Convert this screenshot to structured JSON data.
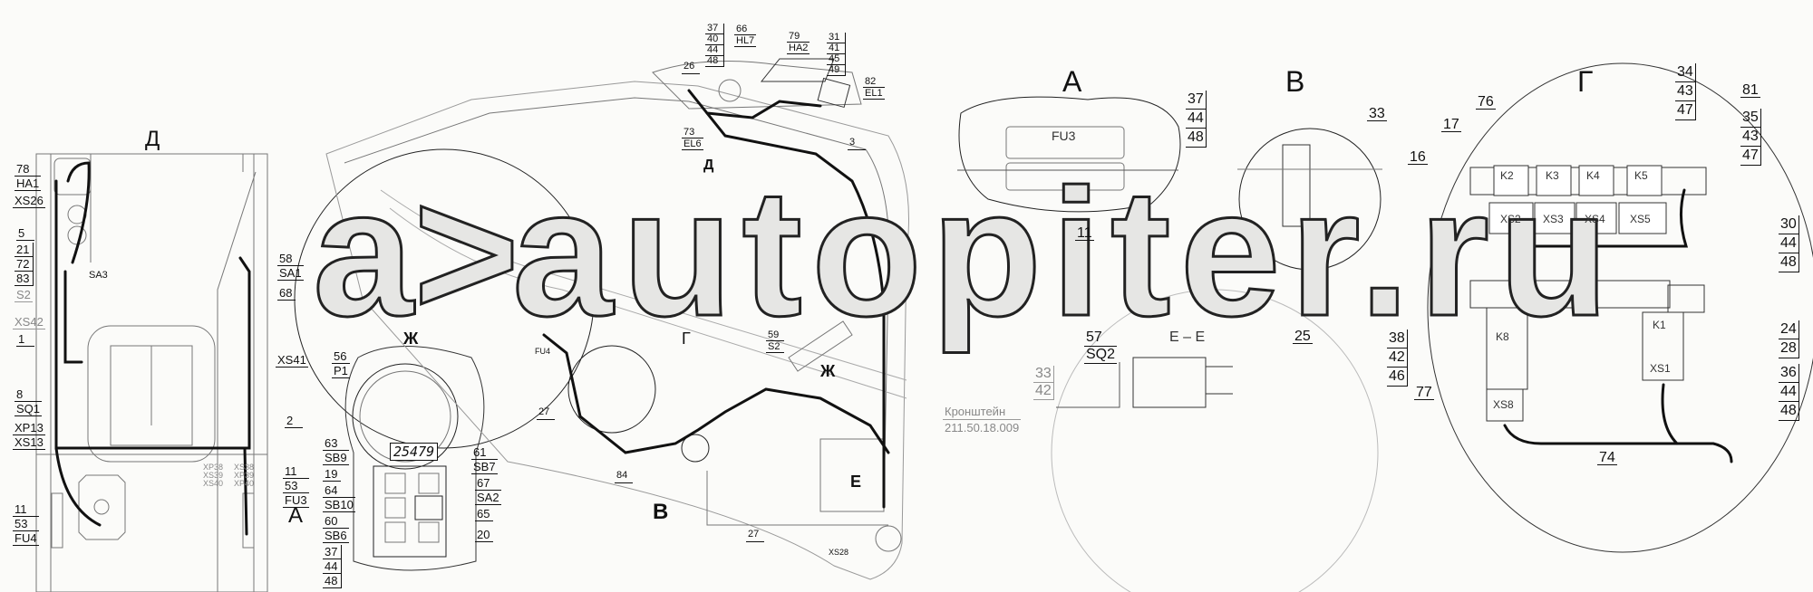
{
  "watermark": {
    "mark": "a>",
    "text": "autopiter.ru"
  },
  "view_titles": {
    "D": "Д",
    "A": "А",
    "B": "В",
    "G": "Г"
  },
  "markers": {
    "D_arrow": "Д",
    "Zh1": "Ж",
    "Zh2": "Ж",
    "G": "Г",
    "B": "В",
    "E": "Е",
    "A_arrow": "А",
    "EE": "Е – Е"
  },
  "odometer": "25479",
  "callouts": {
    "d78": [
      "78",
      "HA1"
    ],
    "dXS26": [
      "XS26"
    ],
    "d5": [
      "5"
    ],
    "d21": [
      "21",
      "72",
      "83"
    ],
    "dS2": [
      "S2"
    ],
    "dXS42": [
      "XS42"
    ],
    "d1": [
      "1"
    ],
    "d8": [
      "8",
      "SQ1"
    ],
    "dXP13": [
      "XP13",
      "XS13"
    ],
    "d11l": [
      "11",
      "53",
      "FU4"
    ],
    "d58": [
      "58",
      "SA1"
    ],
    "d68": [
      "68"
    ],
    "dXS41": [
      "XS41"
    ],
    "d2": [
      "2"
    ],
    "d11r": [
      "11",
      "53",
      "FU3"
    ],
    "dXP38": [
      "XP38",
      "XS39",
      "XS40"
    ],
    "dXS38": [
      "XS38",
      "XP39",
      "XP40"
    ],
    "dSA3": [
      "SA3"
    ],
    "g56": [
      "56",
      "P1"
    ],
    "g63": [
      "63",
      "SB9"
    ],
    "g19": [
      "19"
    ],
    "g64": [
      "64",
      "SB10"
    ],
    "g60": [
      "60",
      "SB6"
    ],
    "g37": [
      "37",
      "44",
      "48"
    ],
    "g61": [
      "61",
      "SB7"
    ],
    "g67": [
      "67",
      "SA2"
    ],
    "g65": [
      "65"
    ],
    "g20": [
      "20"
    ],
    "m37": [
      "37",
      "40",
      "44",
      "48"
    ],
    "m66": [
      "66",
      "HL7"
    ],
    "m79": [
      "79",
      "HA2"
    ],
    "m31": [
      "31",
      "41",
      "45",
      "49"
    ],
    "m82": [
      "82",
      "EL1"
    ],
    "m26": [
      "26"
    ],
    "m73": [
      "73",
      "EL6"
    ],
    "m3": [
      "3"
    ],
    "m59": [
      "59",
      "S2"
    ],
    "mFU4": [
      "FU4"
    ],
    "m27a": [
      "27"
    ],
    "m84": [
      "84"
    ],
    "m27b": [
      "27"
    ],
    "mXS28": [
      "XS28"
    ],
    "a37": [
      "37",
      "44",
      "48"
    ],
    "a11": [
      "11"
    ],
    "aFU3": [
      "FU3"
    ],
    "b33": [
      "33"
    ],
    "b38": [
      "38",
      "42",
      "46"
    ],
    "e57": [
      "57",
      "SQ2"
    ],
    "e25": [
      "25"
    ],
    "e33": [
      "33",
      "42"
    ],
    "eBracket": [
      "Кронштейн",
      "211.50.18.009"
    ],
    "r76": [
      "76"
    ],
    "r17": [
      "17"
    ],
    "r16": [
      "16"
    ],
    "r34": [
      "34",
      "43",
      "47"
    ],
    "r81": [
      "81"
    ],
    "r35": [
      "35",
      "43",
      "47"
    ],
    "r30": [
      "30",
      "44",
      "48"
    ],
    "r24": [
      "24",
      "28"
    ],
    "r36": [
      "36",
      "44",
      "48"
    ],
    "r77": [
      "77"
    ],
    "r74": [
      "74"
    ]
  },
  "relay_block": {
    "relays": [
      "K2",
      "K3",
      "K4",
      "K5"
    ],
    "sockets": [
      "XS2",
      "XS3",
      "XS4",
      "XS5"
    ],
    "k8": "K8",
    "xs8": "XS8",
    "k1": "K1",
    "xs1": "XS1"
  }
}
